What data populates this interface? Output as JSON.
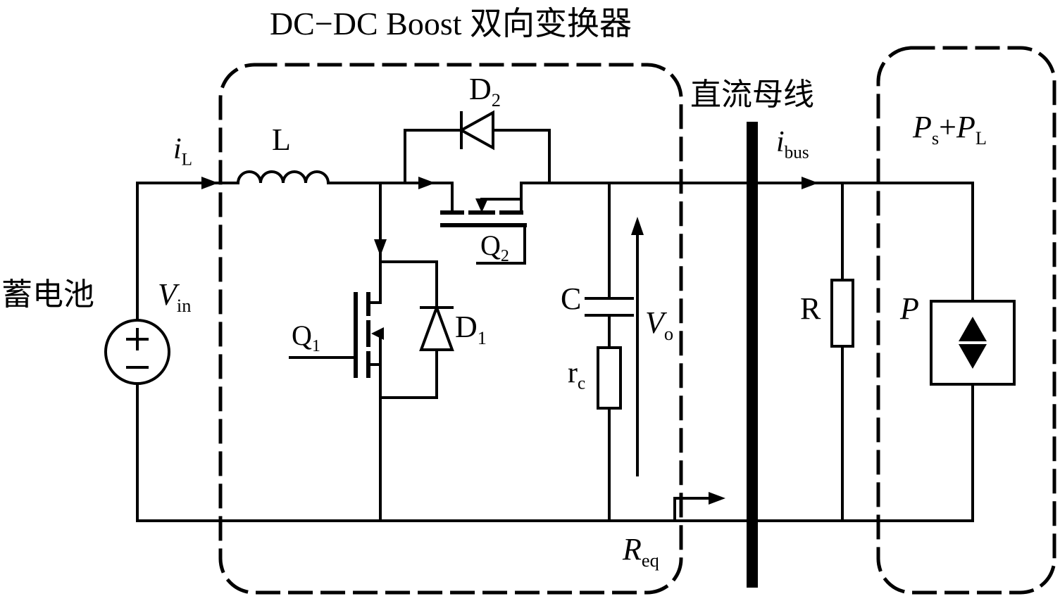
{
  "title": "DC−DC Boost 双向变换器",
  "labels": {
    "battery": "蓄电池",
    "v_in": {
      "main": "V",
      "sub": "in"
    },
    "i_l": {
      "main": "i",
      "sub": "L"
    },
    "inductor": "L",
    "d2": {
      "main": "D",
      "sub": "2"
    },
    "q2": {
      "main": "Q",
      "sub": "2"
    },
    "q1": {
      "main": "Q",
      "sub": "1"
    },
    "d1": {
      "main": "D",
      "sub": "1"
    },
    "capacitor": "C",
    "r_c": {
      "main": "r",
      "sub": "c"
    },
    "v_o": {
      "main": "V",
      "sub": "o"
    },
    "dc_bus": "直流母线",
    "i_bus": {
      "main": "i",
      "sub": "bus"
    },
    "resistor": "R",
    "p_load": "P",
    "p_sum": {
      "p1": "P",
      "s1": "s",
      "plus": "+",
      "p2": "P",
      "s2": "L"
    },
    "r_eq": {
      "main": "R",
      "sub": "eq"
    }
  },
  "colors": {
    "ink": "#000000",
    "background": "#ffffff"
  }
}
